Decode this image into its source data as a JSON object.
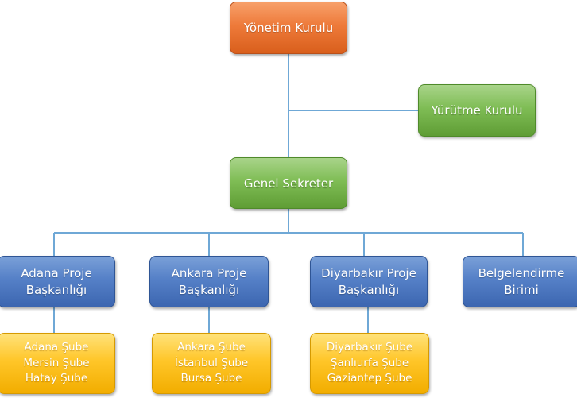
{
  "diagram": {
    "type": "org-chart",
    "nodes": {
      "board": {
        "label": "Yönetim Kurulu"
      },
      "executive": {
        "label": "Yürütme Kurulu"
      },
      "secretary": {
        "label": "Genel Sekreter"
      },
      "adana_project": {
        "lines": [
          "Adana Proje",
          "Başkanlığı"
        ]
      },
      "ankara_project": {
        "lines": [
          "Ankara Proje",
          "Başkanlığı"
        ]
      },
      "diyarbakir_project": {
        "lines": [
          "Diyarbakır Proje",
          "Başkanlığı"
        ]
      },
      "certification": {
        "lines": [
          "Belgelendirme",
          "Birimi"
        ]
      },
      "adana_branches": {
        "lines": [
          "Adana Şube",
          "Mersin Şube",
          "Hatay Şube"
        ]
      },
      "ankara_branches": {
        "lines": [
          "Ankara Şube",
          "İstanbul Şube",
          "Bursa Şube"
        ]
      },
      "diyarbakir_branches": {
        "lines": [
          "Diyarbakır Şube",
          "Şanlıurfa Şube",
          "Gaziantep Şube"
        ]
      }
    },
    "edges": [
      [
        "board",
        "secretary"
      ],
      [
        "board",
        "executive"
      ],
      [
        "secretary",
        "adana_project"
      ],
      [
        "secretary",
        "ankara_project"
      ],
      [
        "secretary",
        "diyarbakir_project"
      ],
      [
        "secretary",
        "certification"
      ],
      [
        "adana_project",
        "adana_branches"
      ],
      [
        "ankara_project",
        "ankara_branches"
      ],
      [
        "diyarbakir_project",
        "diyarbakir_branches"
      ]
    ],
    "colors": {
      "connector": "#6fa8d6",
      "top_level": "#ee7a3a",
      "management": "#7fbd55",
      "project": "#5580c7",
      "branch": "#ffc629"
    }
  }
}
